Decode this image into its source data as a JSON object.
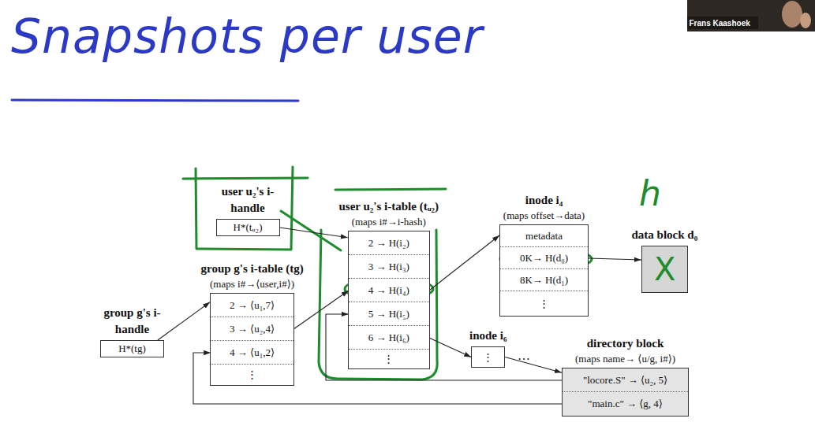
{
  "diagram": {
    "title": "Snapshots per user",
    "nodes": [
      {
        "text": [
          "user u₂'s i-handle",
          "H*(tᵤ₂)"
        ]
      },
      {
        "text": [
          "group g's i-table (tg)",
          "(maps i#→⟨user,i#⟩)",
          "2 → ⟨u₁,7⟩",
          "3 → ⟨u₂,4⟩",
          "4 → ⟨u₁,2⟩",
          "⋮"
        ]
      },
      {
        "text": [
          "group g's i-handle",
          "H*(tg)"
        ]
      },
      {
        "text": [
          "user u₂'s i-table (tᵤ₂)",
          "(maps i#→i-hash)",
          "2 → H(i₂)",
          "3 → H(i₃)",
          "4 → H(i₄)",
          "5 → H(i₅)",
          "6 → H(i₆)",
          "⋮"
        ]
      },
      {
        "text": [
          "inode i₄",
          "(maps offset→data)",
          "metadata",
          "0K→ H(d₀)",
          "8K→ H(d₁)",
          "⋮"
        ]
      },
      {
        "text": [
          "data block d₀"
        ]
      },
      {
        "text": [
          "inode i₆",
          "⋮"
        ]
      },
      {
        "text": [
          "directory block",
          "(maps name→ ⟨u/g, i#⟩)",
          "\"locore.S\" → ⟨u₂, 5⟩",
          "\"main.c\" → ⟨g, 4⟩"
        ]
      }
    ],
    "edges": [
      {
        "from": 0,
        "to": 3,
        "arrow": "to"
      },
      {
        "from": 2,
        "to": 1,
        "arrow": "to"
      },
      {
        "from": 1,
        "to": 3,
        "arrow": "to"
      },
      {
        "from": 3,
        "to": 4,
        "arrow": "to"
      },
      {
        "from": 4,
        "to": 5,
        "arrow": "to"
      },
      {
        "from": 3,
        "to": 6,
        "arrow": "to"
      },
      {
        "from": 6,
        "to": 7,
        "arrow": "to"
      },
      {
        "from": 7,
        "to": 3,
        "arrow": "to"
      },
      {
        "from": 7,
        "to": 1,
        "arrow": "to"
      }
    ],
    "labels": [
      "…",
      "h",
      "X",
      "Frans Kaashoek"
    ]
  }
}
